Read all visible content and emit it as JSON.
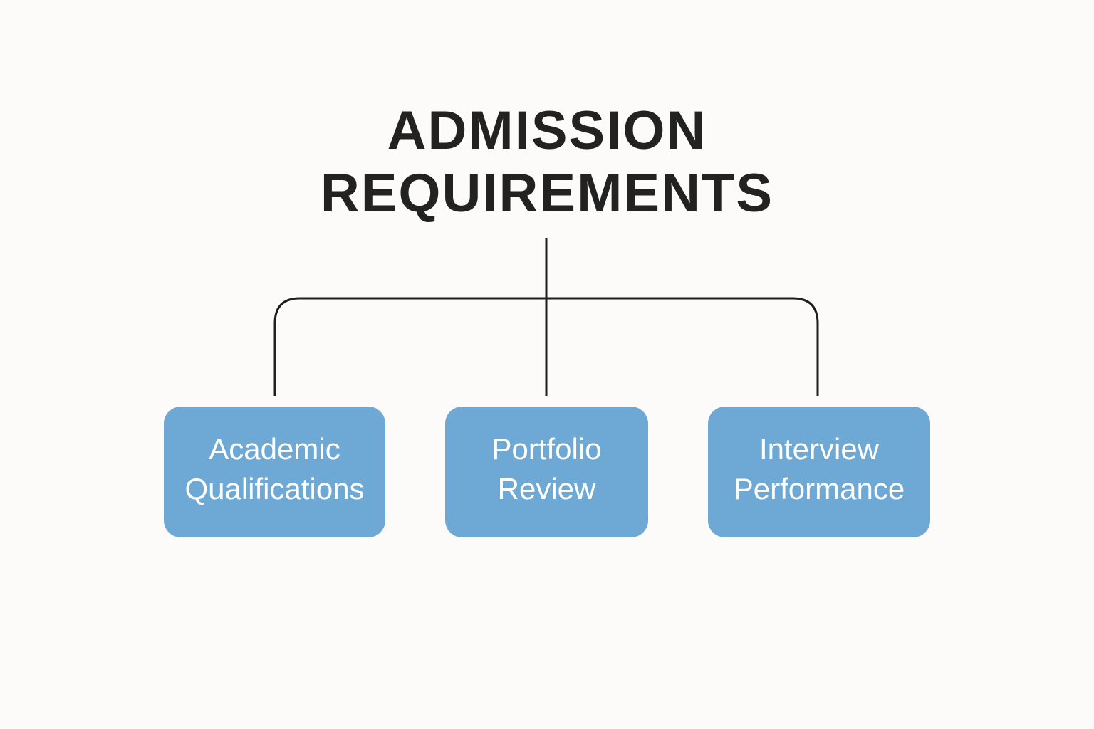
{
  "diagram": {
    "type": "tree",
    "title_lines": [
      "ADMISSION",
      "REQUIREMENTS"
    ],
    "root": "ADMISSION REQUIREMENTS",
    "children": [
      {
        "lines": [
          "Academic",
          "Qualifications"
        ]
      },
      {
        "lines": [
          "Portfolio",
          "Review"
        ]
      },
      {
        "lines": [
          "Interview",
          "Performance"
        ]
      }
    ],
    "colors": {
      "background": "#fcfbf9",
      "title_text": "#222222",
      "connector": "#1f1f1f",
      "node_fill": "#6ea9d5",
      "node_text": "#ffffff"
    }
  }
}
